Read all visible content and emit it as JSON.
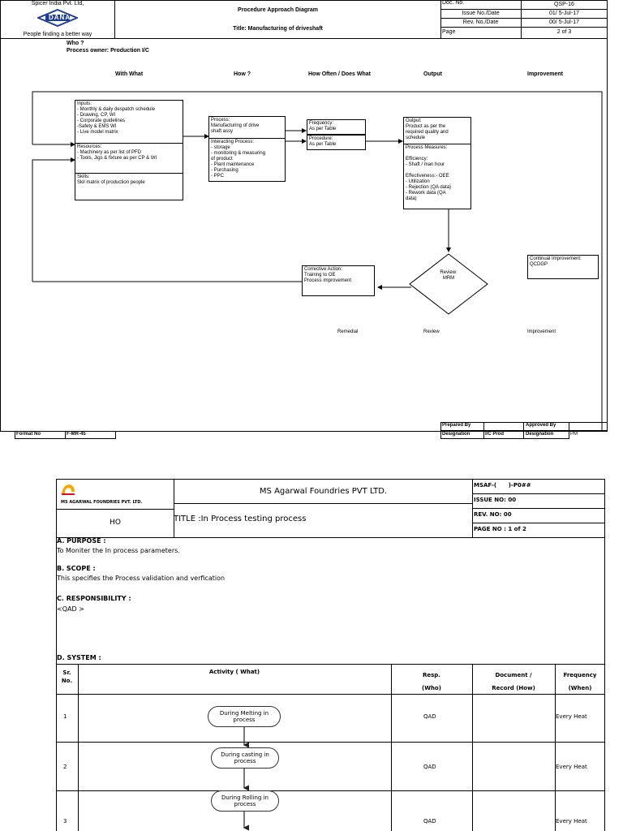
{
  "doc1": {
    "company": "Spicer India Pvt. Ltd,",
    "logo_text": "DANA",
    "tagline": "People finding a better way",
    "diagram_title": "Procedure Approach Diagram",
    "title": "Title:  Manufacturing of driveshaft",
    "meta": [
      {
        "label": "Doc. No.",
        "value": "QSP-16"
      },
      {
        "label": "Issue No./Date",
        "value": "01/ 5-Jul-17"
      },
      {
        "label": "Rev. No./Date",
        "value": "00/ 5-Jul-17"
      },
      {
        "label": "Page",
        "value": "2 of 3"
      }
    ],
    "who": "Who   ?",
    "owner": "Process owner: Production I/C",
    "columns": [
      "With What",
      "How ?",
      "How Often / Does What",
      "Output",
      "Improvement"
    ],
    "inputs": "Inputs:\n- Monthly & daily despatch schedule\n- Drawing, CP, WI\n- Corporate guidelines\n-Safety & EMS WI\n- Live model matrix",
    "resources": "Resources:\n- Machinery as per list of PFD\n- Tools, Jigs & fixture as per CP & WI",
    "skills": "Skills:\nSkil matrix of production people",
    "process": "Process:\nManufacturing of drive\nshaft assy",
    "interacting": "Interacting Process:\n- storage\n- monitoring & measuring\nof product\n- Plant maintenance\n- Purchasing\n- PPC",
    "frequency": "Frequency:\nAs per Table",
    "procedure": "Procedure:\nAs per Table",
    "output": "Output:\nProduct as per the\nrequired quality and\nschedule",
    "measures": "Process Measures:\n\nEfficiency:\n- Shaft / man hour\n\nEffectiveness:- OEE\n- Utilization\n- Rejection (QA data)\n- Rework data (QA\ndata)",
    "review": "Review:\nMRM",
    "corrective": "Corrective Action:\nTraining to OE\nProcess improvement",
    "continual": "Continual Improvement:\nQCDGP",
    "bottom_labels": [
      "Remedial",
      "Review",
      "Improvement"
    ],
    "format_no_label": "Format No",
    "format_no": "F-MR-45",
    "prepared_by": "Prepared By",
    "designation": "Designation",
    "prepared_designation": "I/C Prod",
    "approved_by": "Approved By",
    "approved_designation": "PM"
  },
  "doc2": {
    "logo_text": "MS AGARWAL FOUNDRIES PVT. LTD.",
    "company": "MS Agarwal Foundries PVT LTD.",
    "ho": "HO",
    "title": "TITLE :In Process testing process",
    "meta": [
      "MSAF-(      )-P0##",
      "ISSUE NO: 00",
      "REV. NO: 00",
      "PAGE NO : 1 of 2"
    ],
    "purpose_h": "A. PURPOSE :",
    "purpose": "To Moniter the In process parameters.",
    "scope_h": "B. SCOPE :",
    "scope": "This specifies the Process validation and verfication",
    "resp_h": "C. RESPONSIBILITY :",
    "resp": "<QAD >",
    "system_h": "D. SYSTEM  :",
    "table_headers": {
      "sr": "Sr.\nNo.",
      "activity": "Activity ( What)",
      "resp": "Resp.\n(Who)",
      "doc": "Document /\nRecord (How)",
      "freq": "Frequency\n(When)"
    },
    "rows": [
      {
        "sr": "1",
        "activity": "During Melting  in\nprocess",
        "resp": "QAD",
        "doc": "",
        "freq": "Every Heat"
      },
      {
        "sr": "2",
        "activity": "During casting in\nprocess",
        "resp": "QAD",
        "doc": "",
        "freq": "Every Heat"
      },
      {
        "sr": "3",
        "activity": "During Rolling in\nprocess",
        "resp": "QAD",
        "doc": "",
        "freq": "Every Heat"
      }
    ]
  }
}
